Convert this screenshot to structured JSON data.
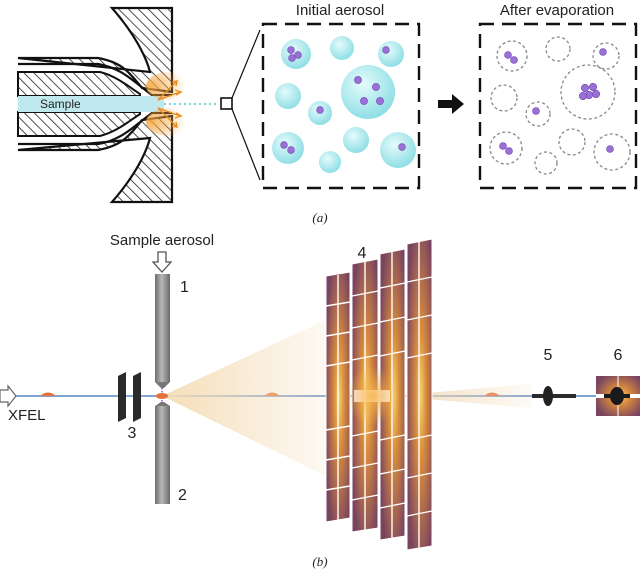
{
  "panel_a": {
    "nozzle_label": "Sample",
    "box1_title": "Initial aerosol",
    "box2_title": "After evaporation",
    "caption": "(a)"
  },
  "panel_b": {
    "aerosol_label": "Sample aerosol",
    "beam_label": "XFEL",
    "num_1": "1",
    "num_2": "2",
    "num_3": "3",
    "num_4": "4",
    "num_5": "5",
    "num_6": "6",
    "caption": "(b)"
  },
  "colors": {
    "droplet": "#9fe6ea",
    "particle": "#9a6fd6",
    "beam": "#5a86c8",
    "detector_dark": "#7a4460",
    "detector_light": "#e9a94a",
    "nozzle_flow": "#bfe9ee",
    "spray": "#f6a43a",
    "rod": "#8c8c8c"
  }
}
